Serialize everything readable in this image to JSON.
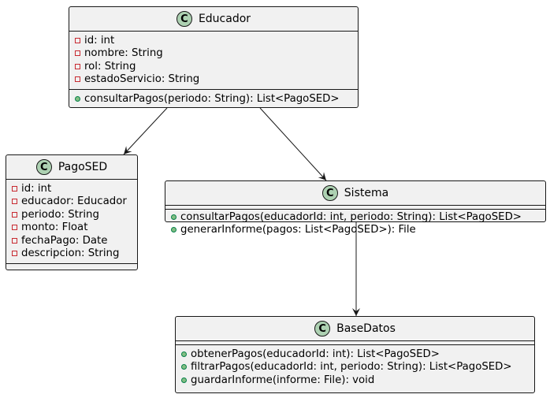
{
  "classes": {
    "educador": {
      "name": "Educador",
      "stereotype": "C",
      "attributes": [
        {
          "visibility": "private",
          "text": "id: int"
        },
        {
          "visibility": "private",
          "text": "nombre: String"
        },
        {
          "visibility": "private",
          "text": "rol: String"
        },
        {
          "visibility": "private",
          "text": "estadoServicio: String"
        }
      ],
      "methods": [
        {
          "visibility": "public",
          "text": "consultarPagos(periodo: String): List<PagoSED>"
        }
      ]
    },
    "pagosed": {
      "name": "PagoSED",
      "stereotype": "C",
      "attributes": [
        {
          "visibility": "private",
          "text": "id: int"
        },
        {
          "visibility": "private",
          "text": "educador: Educador"
        },
        {
          "visibility": "private",
          "text": "periodo: String"
        },
        {
          "visibility": "private",
          "text": "monto: Float"
        },
        {
          "visibility": "private",
          "text": "fechaPago: Date"
        },
        {
          "visibility": "private",
          "text": "descripcion: String"
        }
      ],
      "methods": []
    },
    "sistema": {
      "name": "Sistema",
      "stereotype": "C",
      "attributes": [],
      "methods": [
        {
          "visibility": "public",
          "text": "consultarPagos(educadorId: int, periodo: String): List<PagoSED>"
        },
        {
          "visibility": "public",
          "text": "generarInforme(pagos: List<PagoSED>): File"
        }
      ]
    },
    "basedatos": {
      "name": "BaseDatos",
      "stereotype": "C",
      "attributes": [],
      "methods": [
        {
          "visibility": "public",
          "text": "obtenerPagos(educadorId: int): List<PagoSED>"
        },
        {
          "visibility": "public",
          "text": "filtrarPagos(educadorId: int, periodo: String): List<PagoSED>"
        },
        {
          "visibility": "public",
          "text": "guardarInforme(informe: File): void"
        }
      ]
    }
  },
  "relations": [
    {
      "from": "Educador",
      "to": "PagoSED"
    },
    {
      "from": "Educador",
      "to": "Sistema"
    },
    {
      "from": "Sistema",
      "to": "BaseDatos"
    }
  ],
  "colors": {
    "class_fill": "#f1f1f1",
    "border": "#181818",
    "badge": "#add1b2",
    "private_marker": "#c82930",
    "public_marker": "#84be84"
  }
}
